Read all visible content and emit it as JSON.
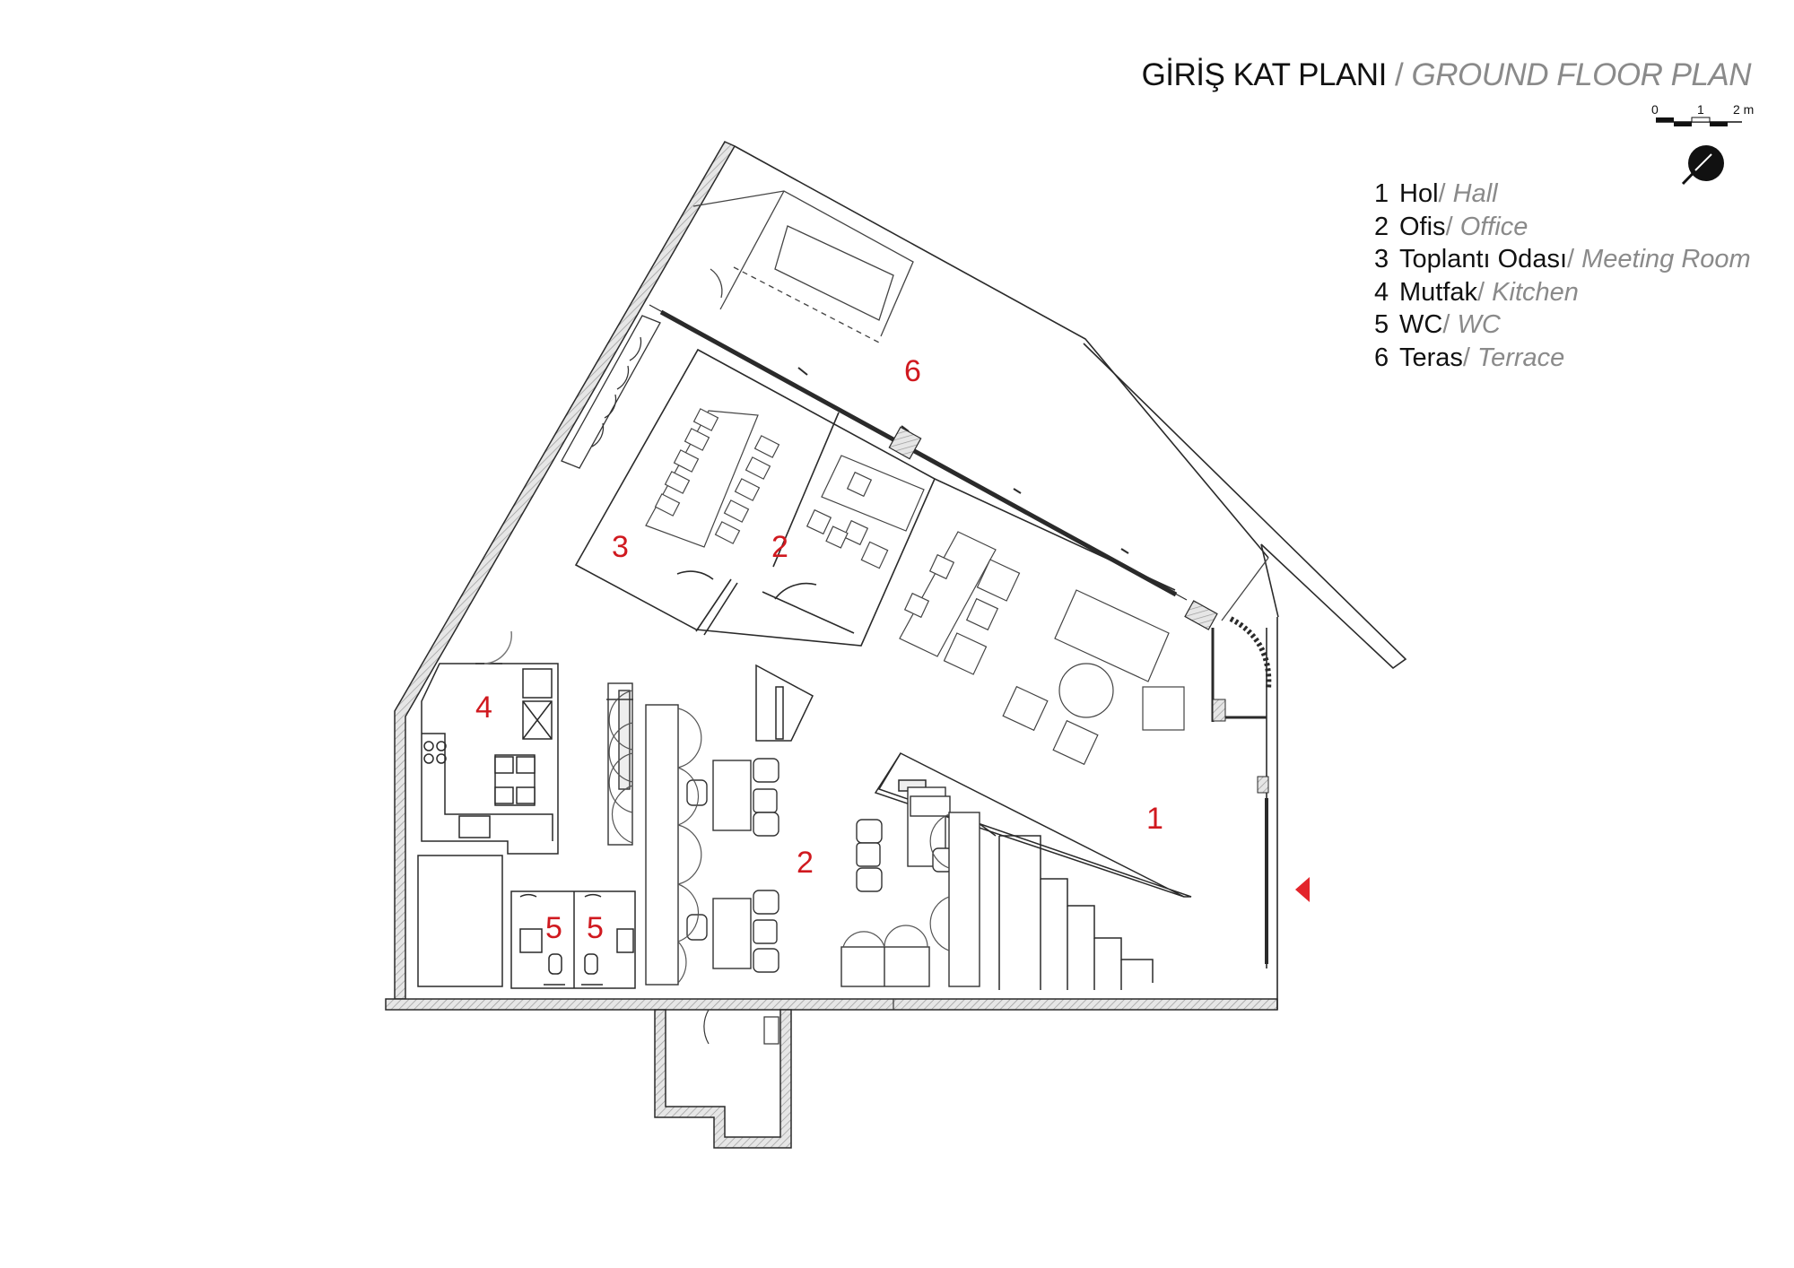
{
  "title": {
    "tr": "GİRİŞ KAT PLANI",
    "separator": " / ",
    "en": "GROUND FLOOR PLAN"
  },
  "scale_bar": {
    "labels": [
      "0",
      "1",
      "2 m"
    ]
  },
  "legend": [
    {
      "num": "1",
      "tr": "Hol",
      "en": "Hall"
    },
    {
      "num": "2",
      "tr": "Ofis",
      "en": "Office"
    },
    {
      "num": "3",
      "tr": "Toplantı Odası",
      "en": "Meeting Room"
    },
    {
      "num": "4",
      "tr": "Mutfak",
      "en": "Kitchen"
    },
    {
      "num": "5",
      "tr": "WC",
      "en": "WC"
    },
    {
      "num": "6",
      "tr": "Teras",
      "en": "Terrace"
    }
  ],
  "room_labels": {
    "hall": "1",
    "office_main": "2",
    "office_small": "2",
    "meeting_room": "3",
    "kitchen": "4",
    "wc_left": "5",
    "wc_right": "5",
    "terrace": "6"
  },
  "colors": {
    "line": "#2a2a2a",
    "light_line": "#555555",
    "wall_fill": "#cfcfcf",
    "room_number": "#d0191f",
    "entrance_marker": "#e3242b",
    "legend_translation": "#8a8a8a"
  }
}
